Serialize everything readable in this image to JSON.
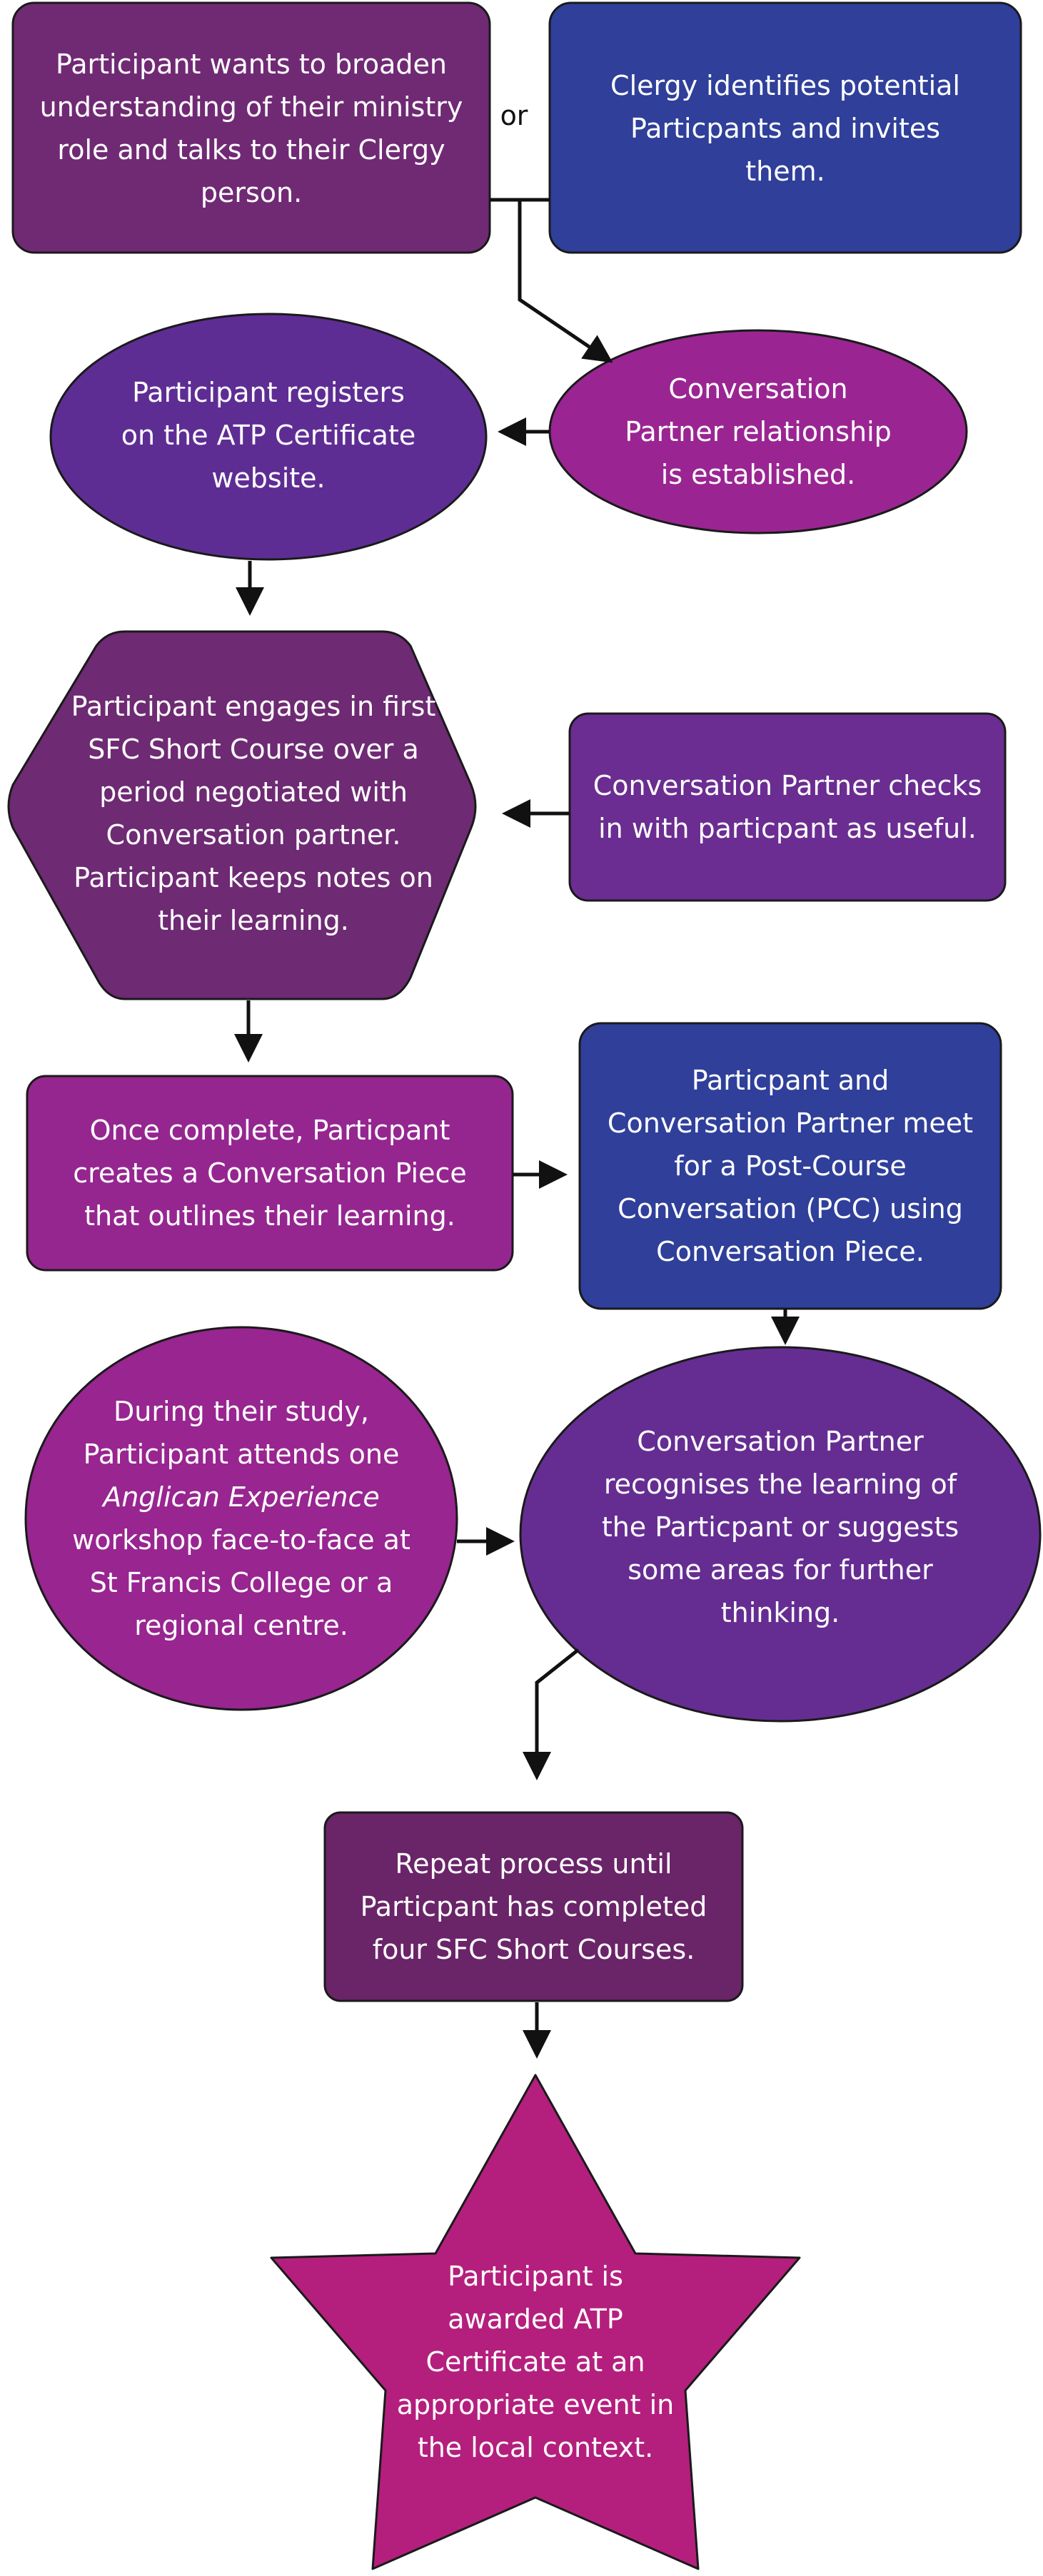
{
  "or_label": "or",
  "nodes": {
    "participant_wants": "Participant wants to broaden understanding of their ministry role and talks to their Clergy person.",
    "clergy_identifies": "Clergy identifies potential Particpants and invites them.",
    "registers": "Participant registers on the ATP Certificate website.",
    "partner_relationship": "Conversation Partner relationship is established.",
    "first_course": "Participant engages in first SFC Short Course over a period negotiated with Conversation partner. Participant keeps notes on their learning.",
    "partner_checks": "Conversation Partner checks in with particpant as useful.",
    "conversation_piece": "Once complete, Particpant creates a Conversation Piece that outlines their learning.",
    "pcc_meeting": "Particpant and Conversation Partner meet for a Post-Course Conversation (PCC) using Conversation Piece.",
    "workshop_pre": "During their study, Participant attends one",
    "workshop_italic": "Anglican Experience",
    "workshop_post": "workshop face-to-face at St Francis College or a regional centre.",
    "recognises": "Conversation Partner recognises the learning of the Particpant or suggests some areas for further thinking.",
    "repeat": "Repeat process until Particpant has completed four SFC Short Courses.",
    "awarded": "Participant is awarded ATP Certificate at an appropriate event in the local context."
  },
  "colors": {
    "dark_purple": "#6e2a73",
    "mid_purple": "#6b2d91",
    "violet": "#5a2c94",
    "blue": "#2f3f9a",
    "magenta": "#9c2490",
    "pink": "#b41f7d",
    "deep_plum": "#6a2468"
  }
}
